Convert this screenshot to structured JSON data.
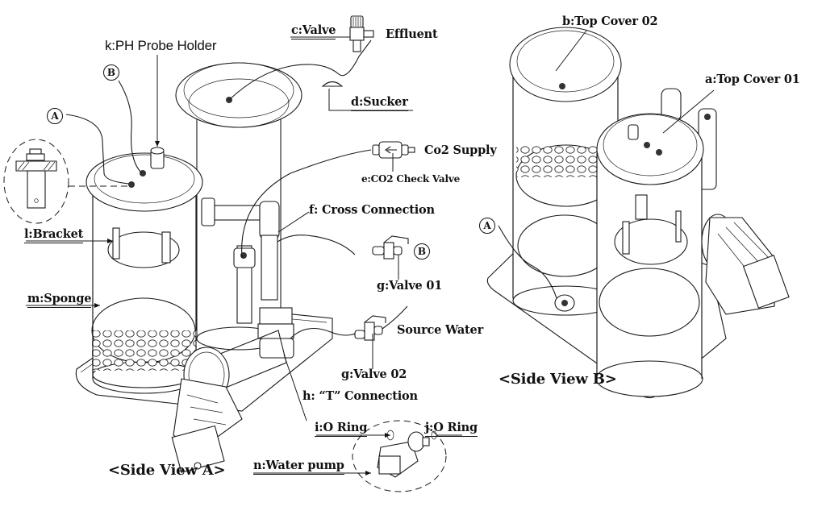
{
  "diagram": {
    "title": "CO2 reactor assembly – parts identification",
    "views": [
      {
        "id": "A",
        "caption": "<Side View A>"
      },
      {
        "id": "B",
        "caption": "<Side View B>"
      }
    ],
    "parts": {
      "a": "a:Top Cover 01",
      "b": "b:Top Cover 02",
      "c": "c:Valve",
      "d": "d:Sucker",
      "e": "e:CO2 Check Valve",
      "f": "f: Cross Connection",
      "g1": "g:Valve 01",
      "g2": "g:Valve 02",
      "h": "h: “T” Connection",
      "i": "i:O Ring",
      "j": "j:O Ring",
      "k": "k:PH Probe  Holder",
      "l": "l:Bracket",
      "m": "m:Sponge",
      "n": "n:Water pump"
    },
    "flows": {
      "effluent": "Effluent",
      "co2_supply": "Co2 Supply",
      "source_water": "Source Water"
    },
    "markers": {
      "A": "A",
      "B": "B"
    }
  }
}
